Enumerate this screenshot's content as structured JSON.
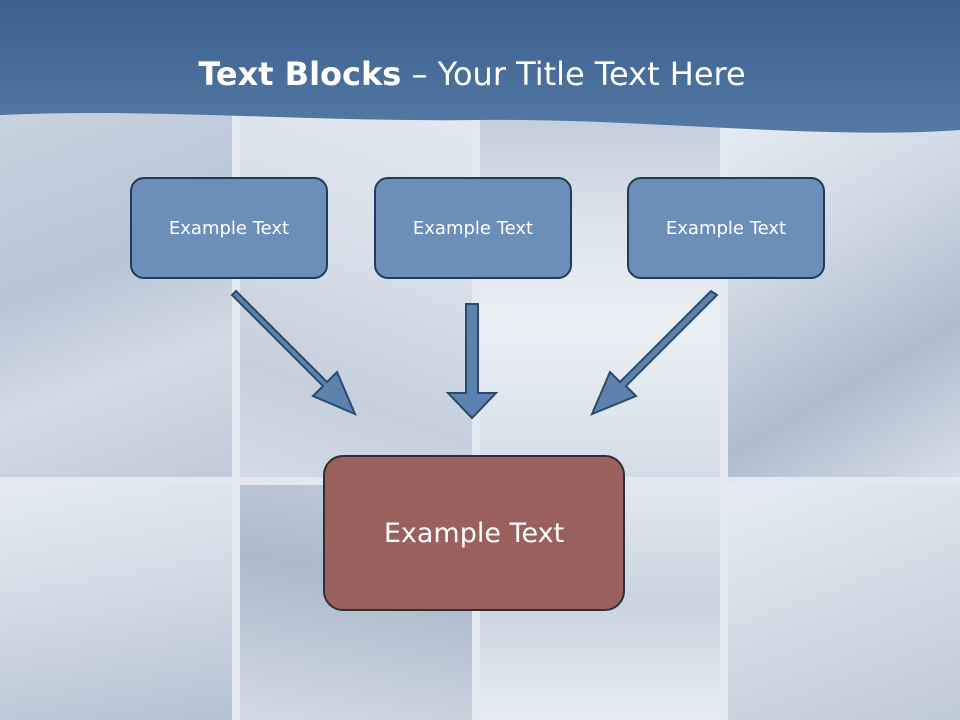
{
  "slide": {
    "title_bold": "Text Blocks",
    "title_rest": " – Your Title Text Here",
    "top_boxes": [
      {
        "label": "Example Text"
      },
      {
        "label": "Example Text"
      },
      {
        "label": "Example Text"
      }
    ],
    "bottom_box": {
      "label": "Example Text"
    }
  },
  "colors": {
    "header_blue": "#4a6f9b",
    "box_fill": "#6b8fb9",
    "box_border": "#243a57",
    "arrow_fill": "#5d82ad",
    "bottom_box_fill": "#9a605e"
  }
}
